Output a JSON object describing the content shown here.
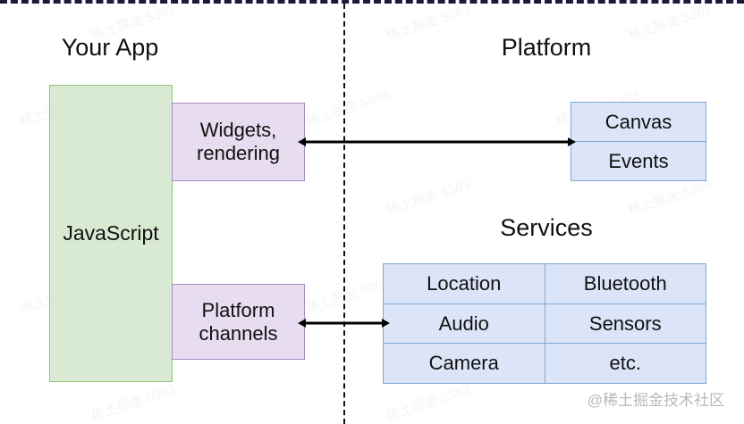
{
  "diagram": {
    "title_left": "Your App",
    "title_right_top": "Platform",
    "title_right_bottom": "Services",
    "colors": {
      "app_box_fill": "#d9ead3",
      "app_box_stroke": "#93c47d",
      "bridge_box_fill": "#e8dcf0",
      "bridge_box_stroke": "#a98bc0",
      "platform_box_fill": "#dbe5f7",
      "platform_box_stroke": "#7da7d9",
      "divider": "#111111",
      "arrow": "#000000"
    },
    "app_side": {
      "runtime_box_label": "JavaScript",
      "bridges": [
        {
          "label": "Widgets, rendering",
          "line1": "Widgets,",
          "line2": "rendering"
        },
        {
          "label": "Platform channels",
          "line1": "Platform",
          "line2": "channels"
        }
      ]
    },
    "platform_side": {
      "stack_cells": [
        "Canvas",
        "Events"
      ],
      "services_rows": [
        [
          "Location",
          "Bluetooth"
        ],
        [
          "Audio",
          "Sensors"
        ],
        [
          "Camera",
          "etc."
        ]
      ]
    },
    "connections": [
      {
        "from": "Widgets, rendering",
        "to": "Canvas / Events",
        "direction": "bidirectional"
      },
      {
        "from": "Platform channels",
        "to": "Services",
        "direction": "bidirectional"
      }
    ],
    "watermark": {
      "credit": "@稀土掘金技术社区",
      "tile_text": "稀土掘金 5363"
    }
  }
}
